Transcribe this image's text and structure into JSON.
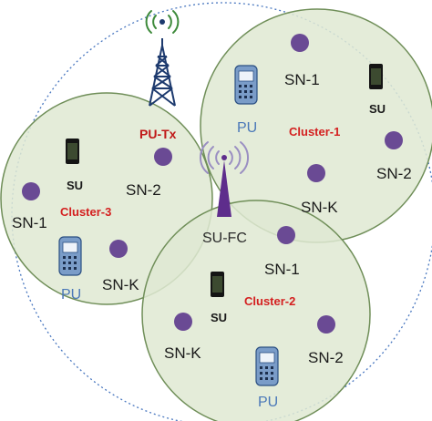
{
  "labels": {
    "pu_tx": "PU-Tx",
    "fusion_center": "SU-FC",
    "clusters": [
      "Cluster-1",
      "Cluster-2",
      "Cluster-3"
    ],
    "sensing_nodes": {
      "sn1": "SN-1",
      "sn2": "SN-2",
      "snk": "SN-K"
    },
    "secondary_user": "SU",
    "primary_user": "PU"
  },
  "colors": {
    "cluster_fill": "#dfe9d2",
    "cluster_stroke": "#6f8e58",
    "outer_boundary": "#4a78c0",
    "sensing_node": "#6a4a94",
    "fusion_center": "#5e2d8c",
    "cluster_label": "#d42020",
    "pu_label": "#4a78b8"
  },
  "icons": {
    "tower": "radio-tower-icon",
    "fusion_center": "antenna-icon",
    "su": "smartphone-icon",
    "pu": "handset-icon",
    "sensing_node": "node-dot-icon"
  }
}
